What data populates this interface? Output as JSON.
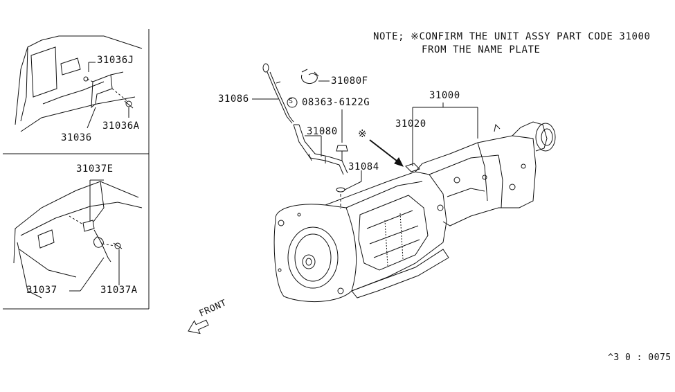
{
  "note": {
    "line1": "NOTE; ※CONFIRM THE UNIT ASSY PART CODE 31000",
    "line2": "FROM THE NAME PLATE"
  },
  "parts": {
    "p31036J": "31036J",
    "p31036": "31036",
    "p31036A": "31036A",
    "p31037E": "31037E",
    "p31037": "31037",
    "p31037A": "31037A",
    "p31086": "31086",
    "p31080F": "31080F",
    "p08363": "08363-6122G",
    "screw_symbol": "S",
    "p31080": "31080",
    "p31084": "31084",
    "p31000": "31000",
    "p31020": "31020",
    "asterisk": "※"
  },
  "front_label": "FRONT",
  "diagram_code": "^3 0 : 0075"
}
